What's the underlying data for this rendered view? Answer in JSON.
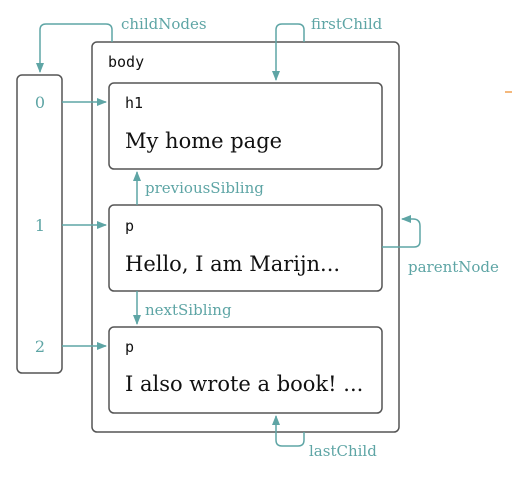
{
  "colors": {
    "accent": "#5ea5a5",
    "box_stroke": "#555555",
    "text": "#111111",
    "orange_tick": "#f0a050"
  },
  "body_node": {
    "tag": "body"
  },
  "nodes": [
    {
      "tag": "h1",
      "content": "My home page"
    },
    {
      "tag": "p",
      "content": "Hello, I am Marijn..."
    },
    {
      "tag": "p",
      "content": "I also wrote a book! ..."
    }
  ],
  "child_nodes_list": {
    "indices": [
      "0",
      "1",
      "2"
    ]
  },
  "relations": {
    "child_nodes": "childNodes",
    "first_child": "firstChild",
    "previous_sibling": "previousSibling",
    "next_sibling": "nextSibling",
    "parent_node": "parentNode",
    "last_child": "lastChild"
  }
}
